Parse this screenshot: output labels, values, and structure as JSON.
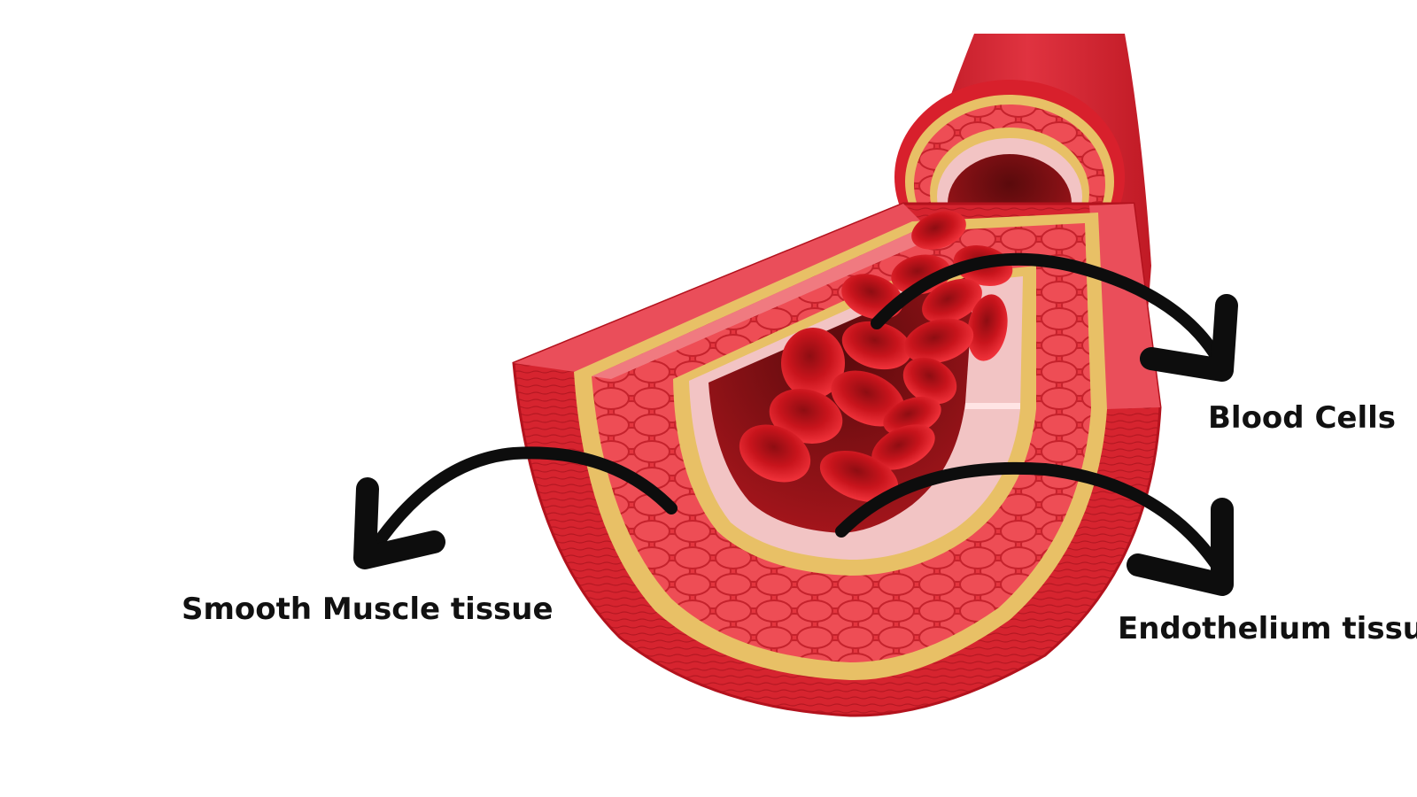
{
  "labels": {
    "blood_cells": "Blood Cells",
    "endothelium": "Endothelium tissue",
    "smooth_muscle": "Smooth Muscle tissue"
  },
  "colors": {
    "background": "#ffffff",
    "outer_wall": "#d4202e",
    "wall_light": "#ee5a64",
    "yellow_band": "#e8c066",
    "inner_lining": "#f2c4c4",
    "blood_cell": "#d81c24",
    "arrow": "#0d0d0d",
    "label_text": "#111111"
  },
  "icons": [
    "curved-arrow-icon"
  ]
}
